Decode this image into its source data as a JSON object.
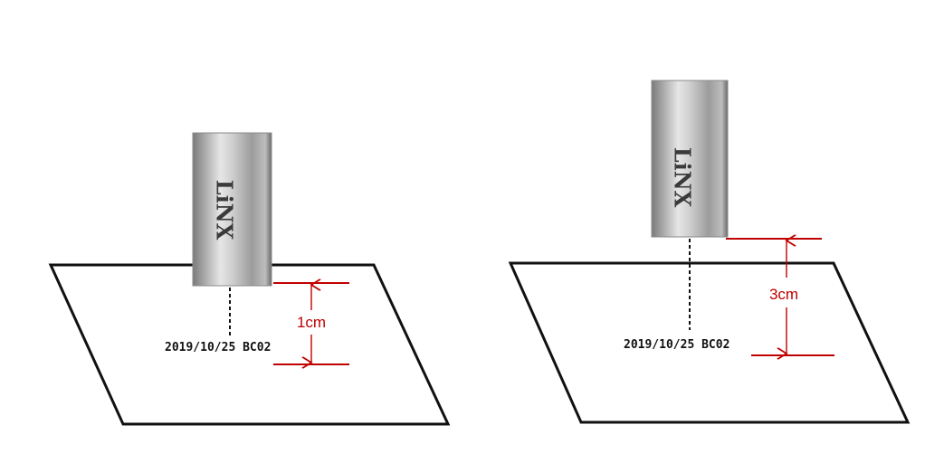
{
  "colors": {
    "background": "#ffffff",
    "outline": "#111111",
    "dimension": "#c00000",
    "nozzle_dark": "#6f6f6f",
    "nozzle_light": "#e4e4e4"
  },
  "panels": [
    {
      "id": "left",
      "brand": "LiNX",
      "print_text": "2019/10/25 BC02",
      "distance_label": "1cm"
    },
    {
      "id": "right",
      "brand": "LiNX",
      "print_text": "2019/10/25 BC02",
      "distance_label": "3cm"
    }
  ]
}
